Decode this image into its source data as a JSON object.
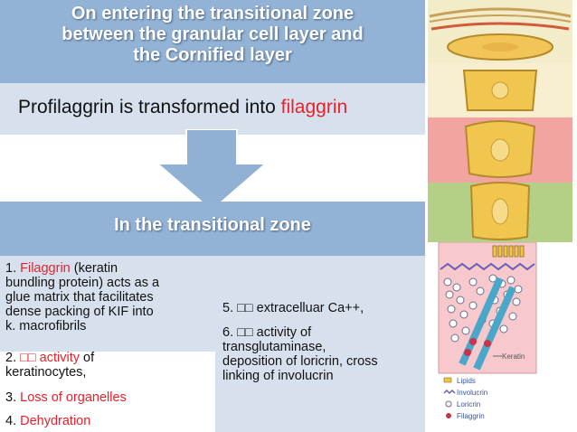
{
  "header": {
    "line1": "On entering the transitional zone",
    "line2": "between the granular cell layer and",
    "line3": "the Cornified layer"
  },
  "pro_box": {
    "prefix": "Profilaggrin is transformed into ",
    "highlight": "filaggrin"
  },
  "transitional": {
    "title": "In the transitional zone"
  },
  "left_items": {
    "item1": {
      "num": "1. ",
      "highlight": "Filaggrin",
      "l1": " (keratin",
      "l2": "bundling protein) acts as a",
      "l3": "glue matrix that facilitates",
      "l4": "dense packing of KIF into",
      "l5": "k. macrofibrils"
    },
    "item2": {
      "num": "2. ",
      "glyph": "□□",
      "highlight": " activity",
      "rest": " of",
      "l2": "keratinocytes,"
    },
    "item3": {
      "num": "3. ",
      "highlight": "Loss of organelles"
    },
    "item4": {
      "num": "4. ",
      "highlight": "Dehydration"
    }
  },
  "right_items": {
    "item5": "5. □□ extracelluar Ca++,",
    "item6_l1": "6. □□ activity of",
    "item6_l2": "transglutaminase,",
    "item6_l3": "deposition of loricrin, cross",
    "item6_l4": "linking of involucrin"
  },
  "figure_legend": {
    "keratin": "Keratin",
    "lipids": "Lipids",
    "involucrin": "Involucrin",
    "loricrin": "Loricrin",
    "filaggrin": "Filaggrin"
  },
  "colors": {
    "header_blue": "#93b3d6",
    "light_blue": "#d7e1ed",
    "highlight_red": "#e8212b",
    "arrow_blue": "#91b1d4"
  }
}
